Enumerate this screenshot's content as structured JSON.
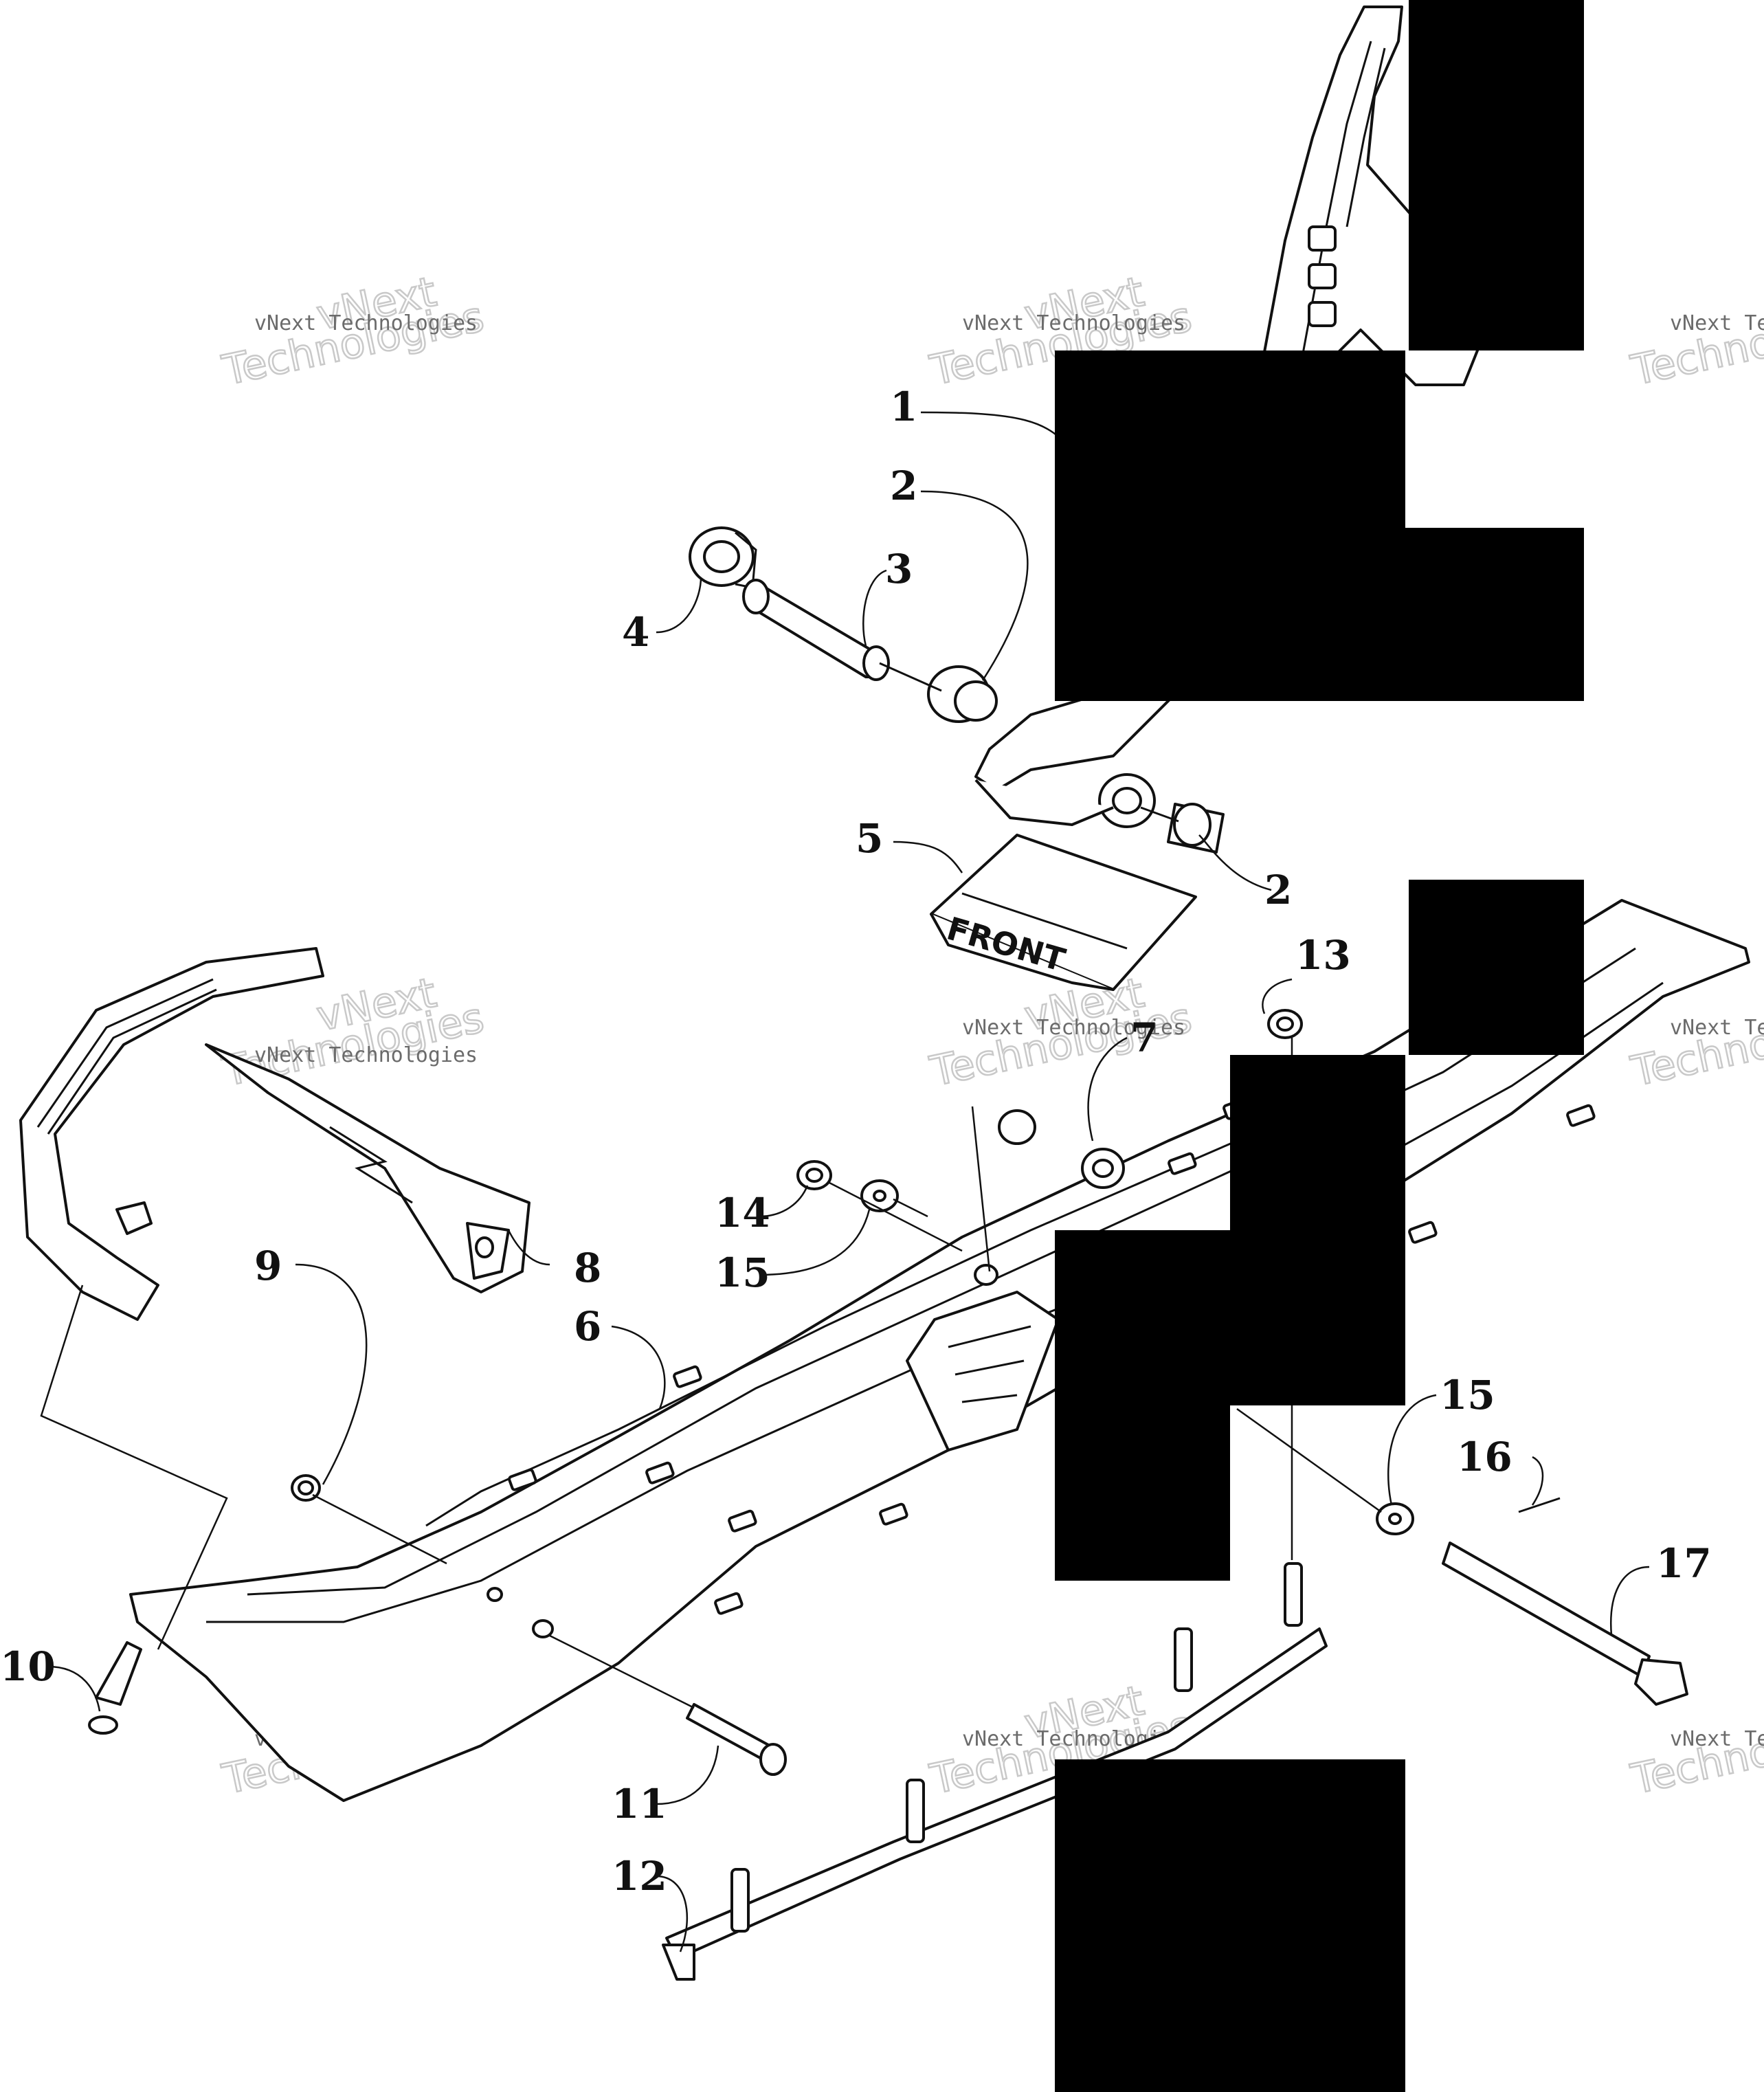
{
  "watermark": {
    "line1": "vNext Technologies",
    "line2": "Technologies",
    "line3": "vNext",
    "color_text": "#6b6b6b",
    "color_outline": "#c9c9c9"
  },
  "callouts": [
    "1",
    "2",
    "3",
    "4",
    "5",
    "2",
    "13",
    "7",
    "14",
    "15",
    "8",
    "9",
    "6",
    "15",
    "16",
    "17",
    "10",
    "11",
    "12"
  ],
  "part_marking": "FRONT",
  "colors": {
    "ink": "#111111",
    "background": "#ffffff",
    "redaction": "#000000"
  }
}
